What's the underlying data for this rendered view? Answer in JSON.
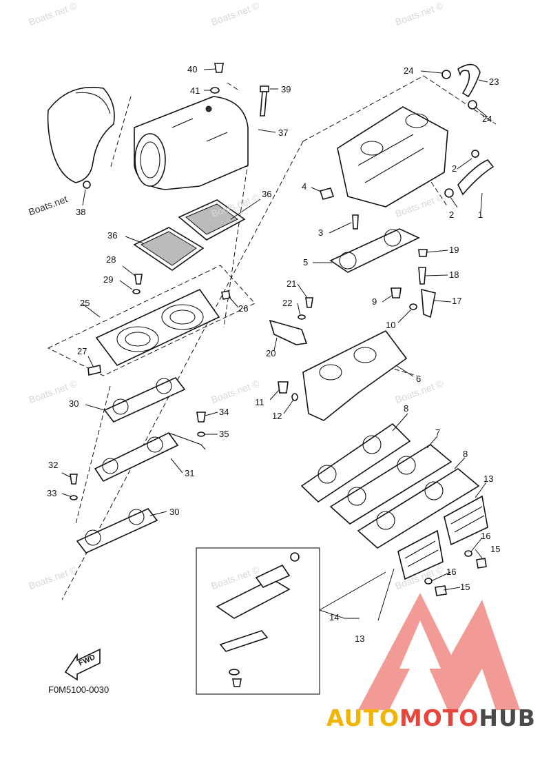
{
  "watermark": "Boats.net ©",
  "watermark_plain": "Boats.net",
  "figure_code": "F0M5100-0030",
  "fwd_label": "FWD",
  "brand": {
    "part1": "AUTO",
    "part2": "MOTO",
    "part3": "HUB"
  },
  "colors": {
    "brand_yellow": "#f1b400",
    "brand_red": "#e8453c",
    "brand_gray": "#4a4a4a"
  },
  "callouts": [
    "40",
    "41",
    "39",
    "37",
    "38",
    "36",
    "36",
    "28",
    "29",
    "25",
    "26",
    "27",
    "30",
    "34",
    "35",
    "31",
    "32",
    "33",
    "30",
    "24",
    "23",
    "24",
    "2",
    "2",
    "1",
    "4",
    "3",
    "5",
    "19",
    "18",
    "21",
    "22",
    "9",
    "17",
    "10",
    "20",
    "6",
    "11",
    "12",
    "8",
    "7",
    "8",
    "13",
    "16",
    "15",
    "16",
    "15",
    "14",
    "13"
  ]
}
